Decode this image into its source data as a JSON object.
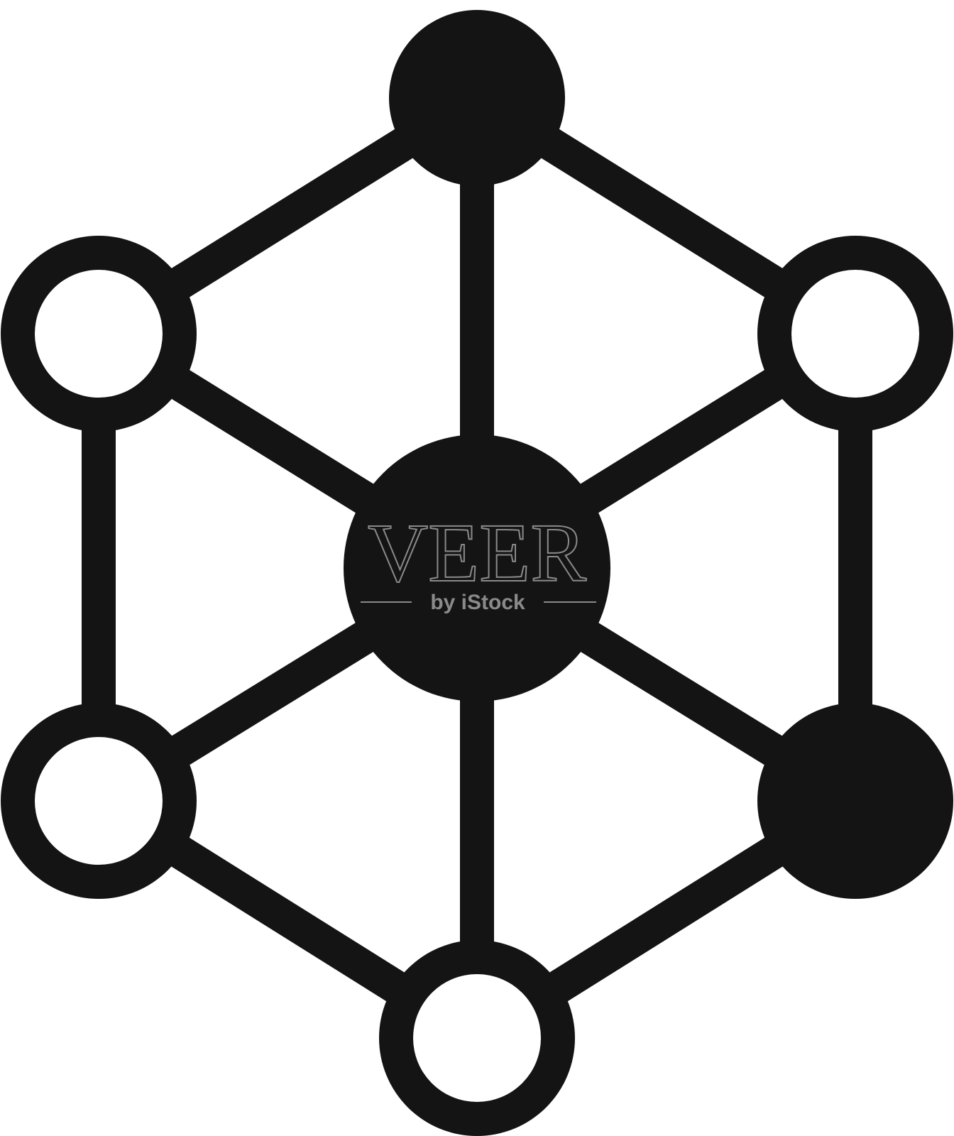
{
  "colors": {
    "ink": "#141414",
    "paper": "#ffffff",
    "watermark_stroke": "#8a8a8a"
  },
  "diagram": {
    "nodes": [
      {
        "id": "top",
        "fill": "filled"
      },
      {
        "id": "upper-left",
        "fill": "hollow"
      },
      {
        "id": "upper-right",
        "fill": "hollow"
      },
      {
        "id": "center",
        "fill": "filled"
      },
      {
        "id": "lower-left",
        "fill": "hollow"
      },
      {
        "id": "lower-right",
        "fill": "filled"
      },
      {
        "id": "bottom",
        "fill": "hollow"
      }
    ],
    "edges": [
      [
        "top",
        "upper-left"
      ],
      [
        "top",
        "upper-right"
      ],
      [
        "top",
        "center"
      ],
      [
        "upper-left",
        "center"
      ],
      [
        "upper-right",
        "center"
      ],
      [
        "upper-left",
        "lower-left"
      ],
      [
        "upper-right",
        "lower-right"
      ],
      [
        "center",
        "lower-left"
      ],
      [
        "center",
        "lower-right"
      ],
      [
        "center",
        "bottom"
      ],
      [
        "lower-left",
        "bottom"
      ],
      [
        "lower-right",
        "bottom"
      ]
    ]
  },
  "watermark": {
    "brand": "VEER",
    "tagline": "by iStock"
  }
}
